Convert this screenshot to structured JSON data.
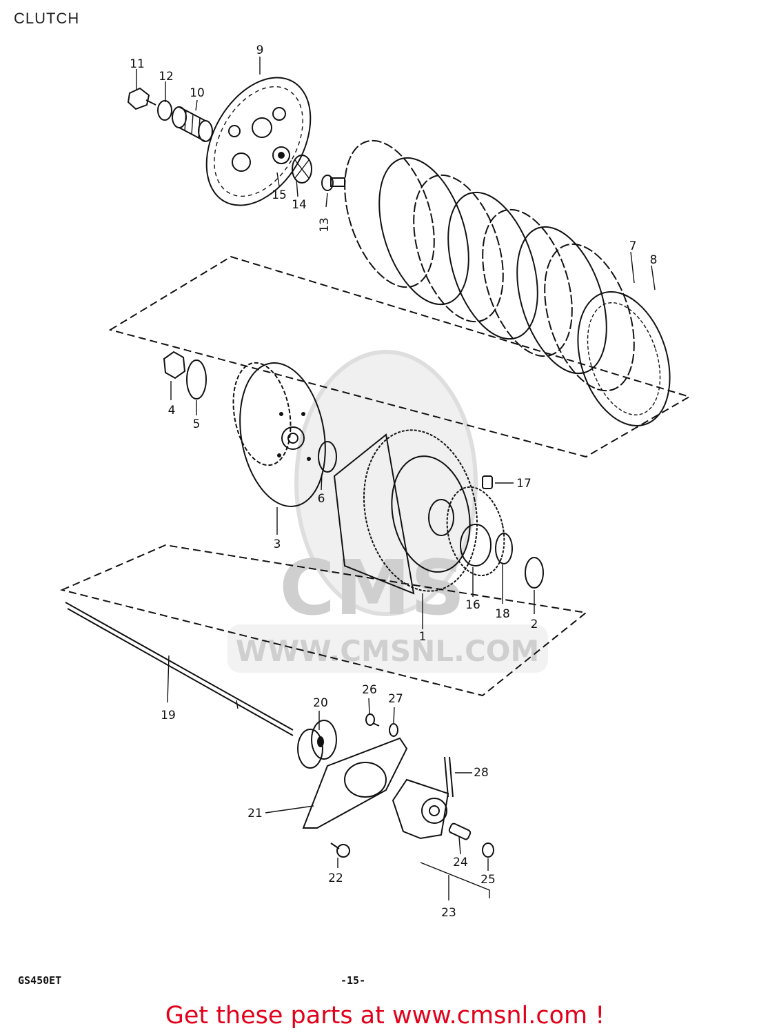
{
  "page": {
    "title": "CLUTCH",
    "model_code": "GS450ET",
    "page_number": "-15-",
    "promo_text": "Get these parts at www.cmsnl.com !",
    "promo_color": "#e2001a"
  },
  "watermark": {
    "logo_text": "CMS",
    "url_text": "WWW.CMSNL.COM",
    "color": "#cfcfcf"
  },
  "callouts": {
    "p1": "1",
    "p2": "2",
    "p3": "3",
    "p4": "4",
    "p5": "5",
    "p6": "6",
    "p7": "7",
    "p8": "8",
    "p9": "9",
    "p10": "10",
    "p11": "11",
    "p12": "12",
    "p13": "13",
    "p14": "14",
    "p15": "15",
    "p16": "16",
    "p17": "17",
    "p18": "18",
    "p19": "19",
    "p20": "20",
    "p21": "21",
    "p22": "22",
    "p23": "23",
    "p24": "24",
    "p25": "25",
    "p26": "26",
    "p27": "27",
    "p28": "28"
  }
}
